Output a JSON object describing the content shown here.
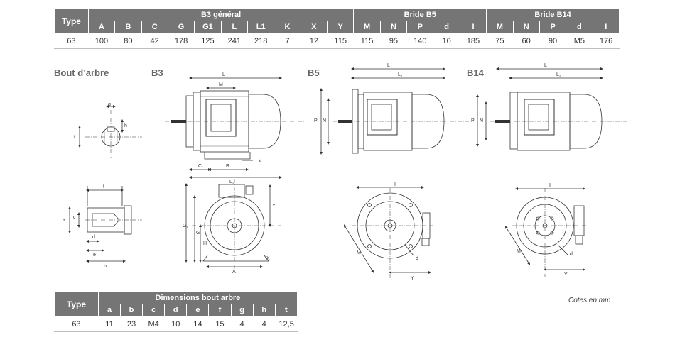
{
  "main_table": {
    "type_label": "Type",
    "groups": [
      "B3 général",
      "Bride B5",
      "Bride B14"
    ],
    "b3_columns": [
      "A",
      "B",
      "C",
      "G",
      "G1",
      "L",
      "L1",
      "K",
      "X",
      "Y"
    ],
    "b5_columns": [
      "M",
      "N",
      "P",
      "d",
      "I"
    ],
    "b14_columns": [
      "M",
      "N",
      "P",
      "d",
      "I"
    ],
    "row": {
      "type": "63",
      "b3": [
        "100",
        "80",
        "42",
        "178",
        "125",
        "241",
        "218",
        "7",
        "12",
        "115"
      ],
      "b5": [
        "115",
        "95",
        "140",
        "10",
        "185"
      ],
      "b14": [
        "75",
        "60",
        "90",
        "M5",
        "176"
      ]
    }
  },
  "drawings": {
    "shaft_caption": "Bout d’arbre",
    "b3_caption": "B3",
    "b5_caption": "B5",
    "b14_caption": "B14"
  },
  "shaft_table": {
    "type_label": "Type",
    "group": "Dimensions bout arbre",
    "columns": [
      "a",
      "b",
      "c",
      "d",
      "e",
      "f",
      "g",
      "h",
      "t"
    ],
    "row": {
      "type": "63",
      "values": [
        "11",
        "23",
        "M4",
        "10",
        "14",
        "15",
        "4",
        "4",
        "12,5"
      ]
    }
  },
  "units_note": "Cotes en mm",
  "colors": {
    "header_bg": "#757575",
    "header_text": "#ffffff",
    "caption": "#666666",
    "line": "#333333"
  }
}
